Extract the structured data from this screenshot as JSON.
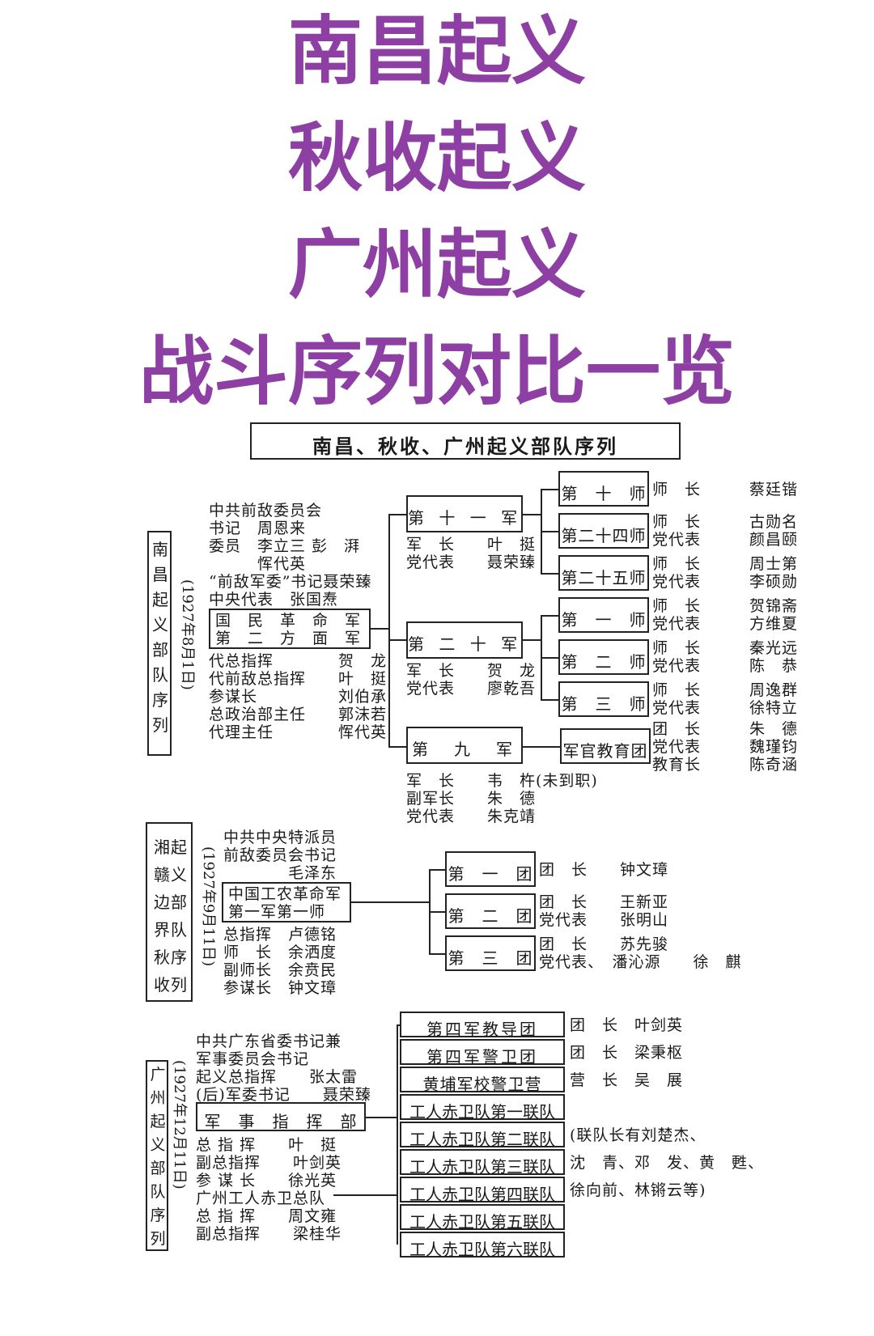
{
  "titles": [
    "南昌起义",
    "秋收起义",
    "广州起义",
    "战斗序列对比一览"
  ],
  "chart_title": "南昌、秋收、广州起义部队序列",
  "nanchang": {
    "side_label": "南\n昌\n起\n义\n部\n队\n序\n列",
    "date": "(1927年8月1日)",
    "committee": "中共前敌委员会\n书记　周恩来\n委员　李立三 彭　湃\n　　　恽代英\n“前敌军委”书记聂荣臻\n中央代表　张国焘",
    "hq_box": "国　民　革　命　军\n第　二　方　面　军",
    "hq_staff": "代总指挥　　　　贺　龙\n代前敌总指挥　　叶　挺\n参谋长　　　　　刘伯承\n总政治部主任　　郭沫若\n代理主任　　　　恽代英",
    "armies": [
      {
        "name": "第 十 一 军",
        "staff": "军　长　　叶　挺\n党代表　　聂荣臻"
      },
      {
        "name": "第 二 十 军",
        "staff": "军　长　　贺　龙\n党代表　　廖乾吾"
      },
      {
        "name": "第　九　军",
        "staff": "军　长　　韦　杵(未到职)\n副军长　　朱　德\n党代表　　朱克靖"
      }
    ],
    "divisions": [
      {
        "name": "第　十　师",
        "staff": "师　长　　　蔡廷锴"
      },
      {
        "name": "第二十四师",
        "staff": "师　长　　　古勋名\n党代表　　　颜昌颐"
      },
      {
        "name": "第二十五师",
        "staff": "师　长　　　周士第\n党代表　　　李硕勋"
      },
      {
        "name": "第　一　师",
        "staff": "师　长　　　贺锦斋\n党代表　　　方维夏"
      },
      {
        "name": "第　二　师",
        "staff": "师　长　　　秦光远\n党代表　　　陈　恭"
      },
      {
        "name": "第　三　师",
        "staff": "师　长　　　周逸群\n党代表　　　徐特立"
      },
      {
        "name": "军官教育团",
        "staff": "团　长　　　朱　德\n党代表　　　魏瑾钧\n教育长　　　陈奇涵"
      }
    ]
  },
  "qiushou": {
    "side_label": "湘起\n赣义\n边部\n界队\n秋序\n收列",
    "date": "(1927年9月11日)",
    "committee": "中共中央特派员\n前敌委员会书记\n　　　　毛泽东",
    "hq_box": "中国工农革命军\n第一军第一师",
    "hq_staff": "总指挥　卢德铭\n师　长　余洒度\n副师长　余贲民\n参谋长　钟文璋",
    "regiments": [
      {
        "name": "第　一　团",
        "staff": "团　长　　钟文璋"
      },
      {
        "name": "第　二　团",
        "staff": "团　长　　王新亚\n党代表　　张明山"
      },
      {
        "name": "第　三　团",
        "staff": "团　长　　苏先骏\n党代表、　潘沁源　　徐　麒"
      }
    ]
  },
  "guangzhou": {
    "side_label": "广\n州\n起\n义\n部\n队\n序\n列",
    "date": "(1927年12月11日)",
    "committee": "中共广东省委书记兼\n军事委员会书记\n起义总指挥　　张太雷\n(后)军委书记　　聂荣臻",
    "hq_box": "军　事　指　挥　部",
    "hq_staff": "总 指 挥　　叶　挺\n副总指挥　　叶剑英\n参 谋 长　　徐光英\n广州工人赤卫总队\n总 指 挥　　周文雍\n副总指挥　　梁桂华",
    "units": [
      {
        "name": "第四军教导团",
        "staff": "团　长　叶剑英"
      },
      {
        "name": "第四军警卫团",
        "staff": "团　长　梁秉枢"
      },
      {
        "name": "黄埔军校警卫营",
        "staff": "营　长　吴　展"
      },
      {
        "name": "工人赤卫队第一联队",
        "staff": ""
      },
      {
        "name": "工人赤卫队第二联队",
        "staff": "(联队长有刘楚杰、"
      },
      {
        "name": "工人赤卫队第三联队",
        "staff": "沈　青、邓　发、黄　甦、"
      },
      {
        "name": "工人赤卫队第四联队",
        "staff": "徐向前、林锵云等)"
      },
      {
        "name": "工人赤卫队第五联队",
        "staff": ""
      },
      {
        "name": "工人赤卫队第六联队",
        "staff": ""
      }
    ]
  }
}
